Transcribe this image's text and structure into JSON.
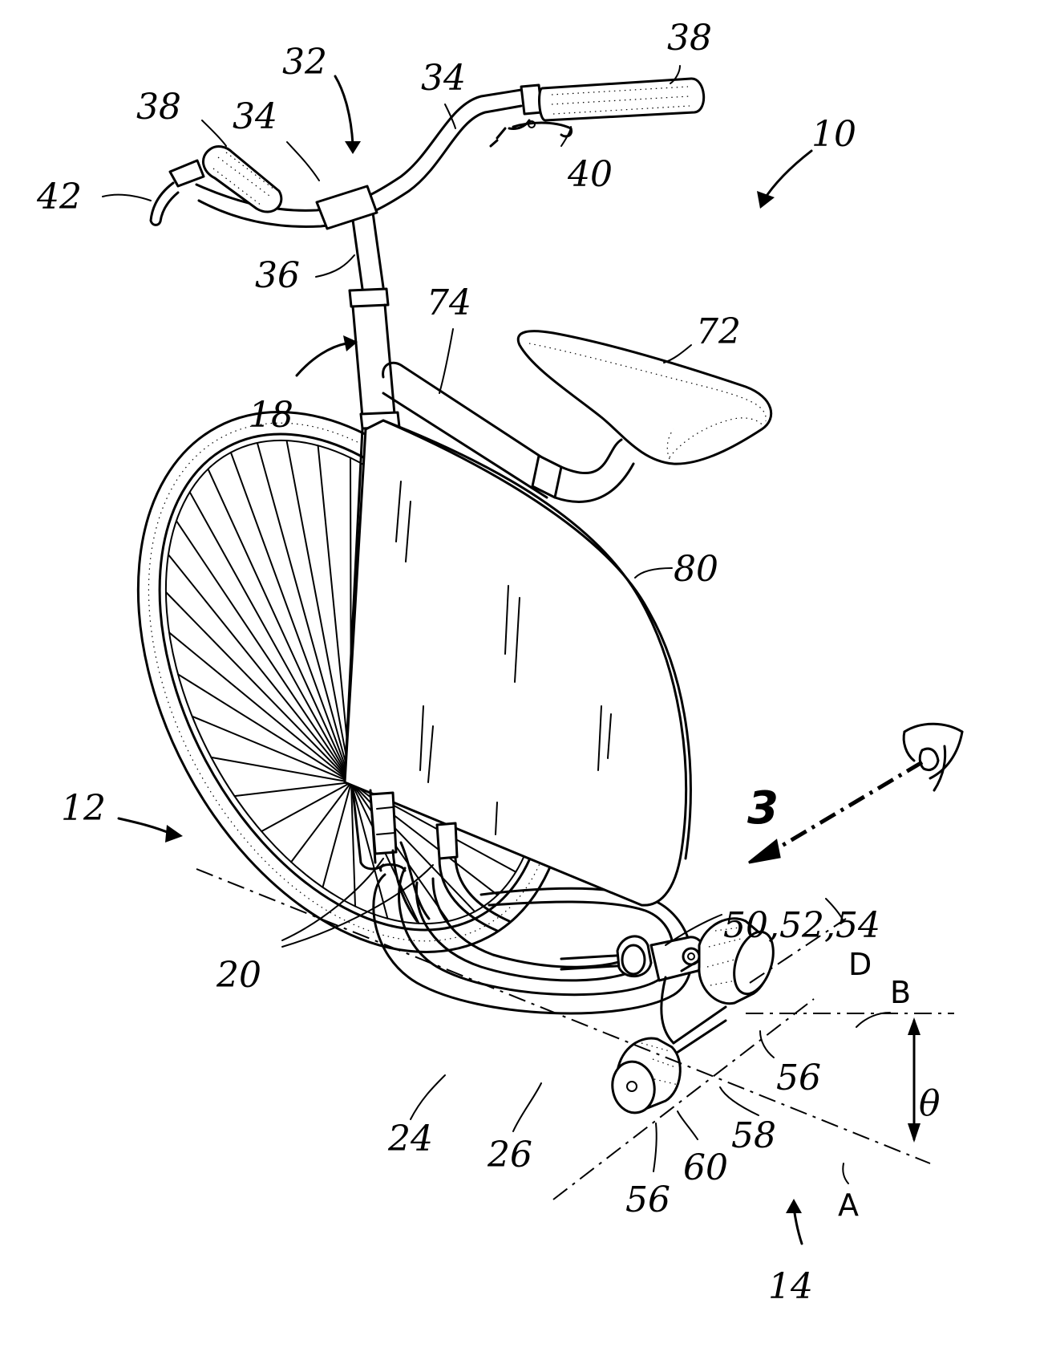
{
  "figure": {
    "references": {
      "r10": "10",
      "r12": "12",
      "r14": "14",
      "r18": "18",
      "r20": "20",
      "r24": "24",
      "r26": "26",
      "r32": "32",
      "r34a": "34",
      "r34b": "34",
      "r36": "36",
      "r38a": "38",
      "r38b": "38",
      "r40": "40",
      "r42": "42",
      "r50": "50,52,54",
      "r56a": "56",
      "r56b": "56",
      "r58": "58",
      "r60": "60",
      "r72": "72",
      "r74": "74",
      "r80": "80",
      "r3": "3"
    },
    "axes": {
      "A": "A",
      "B": "B",
      "D": "D",
      "theta": "θ"
    }
  }
}
